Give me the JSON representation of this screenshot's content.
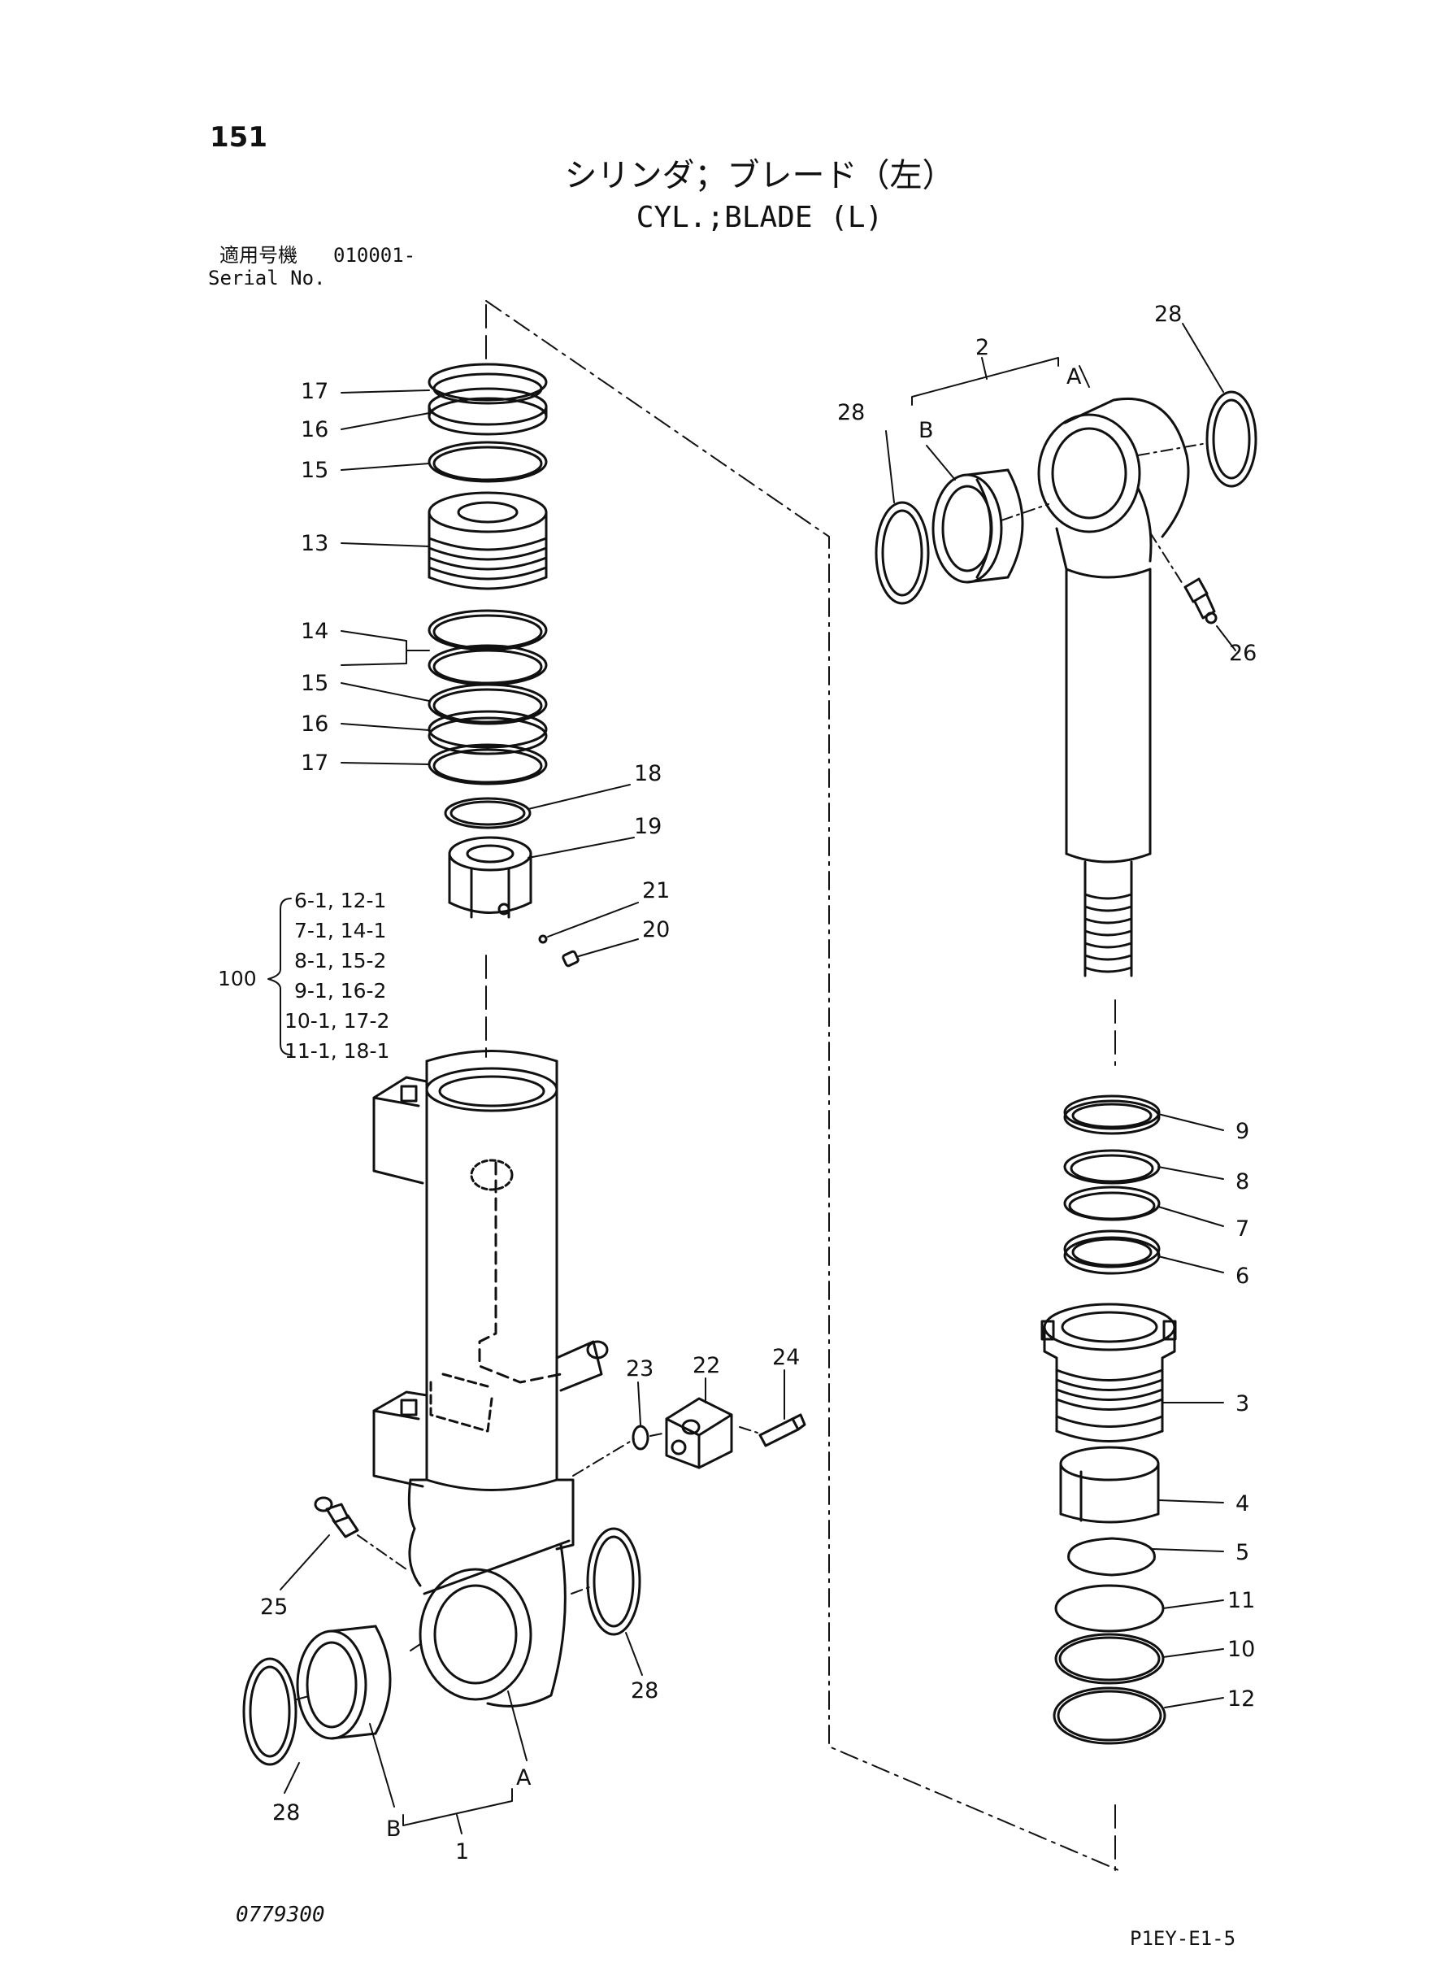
{
  "header": {
    "page_number": "151",
    "title_jp": "シリンダ；ブレード（左）",
    "title_en": "CYL.;BLADE (L)",
    "serial_label_jp": "適用号機",
    "serial_value": "010001-",
    "serial_label_en": "Serial No."
  },
  "callouts": {
    "p17a": "17",
    "p16a": "16",
    "p15a": "15",
    "p13": "13",
    "p14": "14",
    "p15b": "15",
    "p16b": "16",
    "p17b": "17",
    "p18": "18",
    "p19": "19",
    "p21": "21",
    "p20": "20",
    "p23": "23",
    "p22": "22",
    "p24": "24",
    "p25": "25",
    "p28a": "28",
    "p28b": "28",
    "p1": "1",
    "pA1": "A",
    "pB1": "B",
    "p2": "2",
    "pA2": "A",
    "pB2": "B",
    "p28c": "28",
    "p28d": "28",
    "p26": "26",
    "p9": "9",
    "p8": "8",
    "p7": "7",
    "p6": "6",
    "p3": "3",
    "p4": "4",
    "p5": "5",
    "p11": "11",
    "p10": "10",
    "p12": "12"
  },
  "kit": {
    "number": "100",
    "items": [
      "6-1, 12-1",
      "7-1, 14-1",
      "8-1, 15-2",
      "9-1, 16-2",
      "10-1, 17-2",
      "11-1, 18-1"
    ]
  },
  "footer": {
    "drawing_no": "0779300",
    "doc_code": "P1EY-E1-5"
  }
}
